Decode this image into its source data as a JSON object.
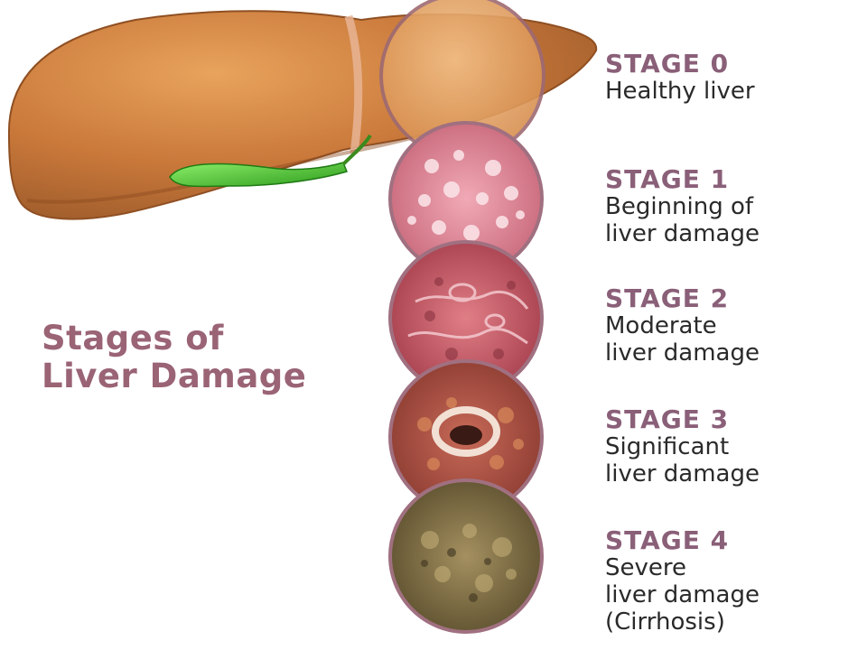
{
  "title": {
    "line1": "Stages of",
    "line2": "Liver Damage"
  },
  "stages": [
    {
      "label": "STAGE 0",
      "description": [
        "Healthy liver"
      ]
    },
    {
      "label": "STAGE 1",
      "description": [
        "Beginning of",
        "liver damage"
      ]
    },
    {
      "label": "STAGE 2",
      "description": [
        "Moderate",
        "liver damage"
      ]
    },
    {
      "label": "STAGE 3",
      "description": [
        "Significant",
        "liver damage"
      ]
    },
    {
      "label": "STAGE 4",
      "description": [
        "Severe",
        "liver damage",
        "(Cirrhosis)"
      ]
    }
  ],
  "colors": {
    "title": "#9a6475",
    "stage_label": "#8a5f78",
    "description": "#2a2a2a",
    "connector": "#a87a8a",
    "liver": "#c8783a",
    "gallbladder": "#5fd23a"
  }
}
